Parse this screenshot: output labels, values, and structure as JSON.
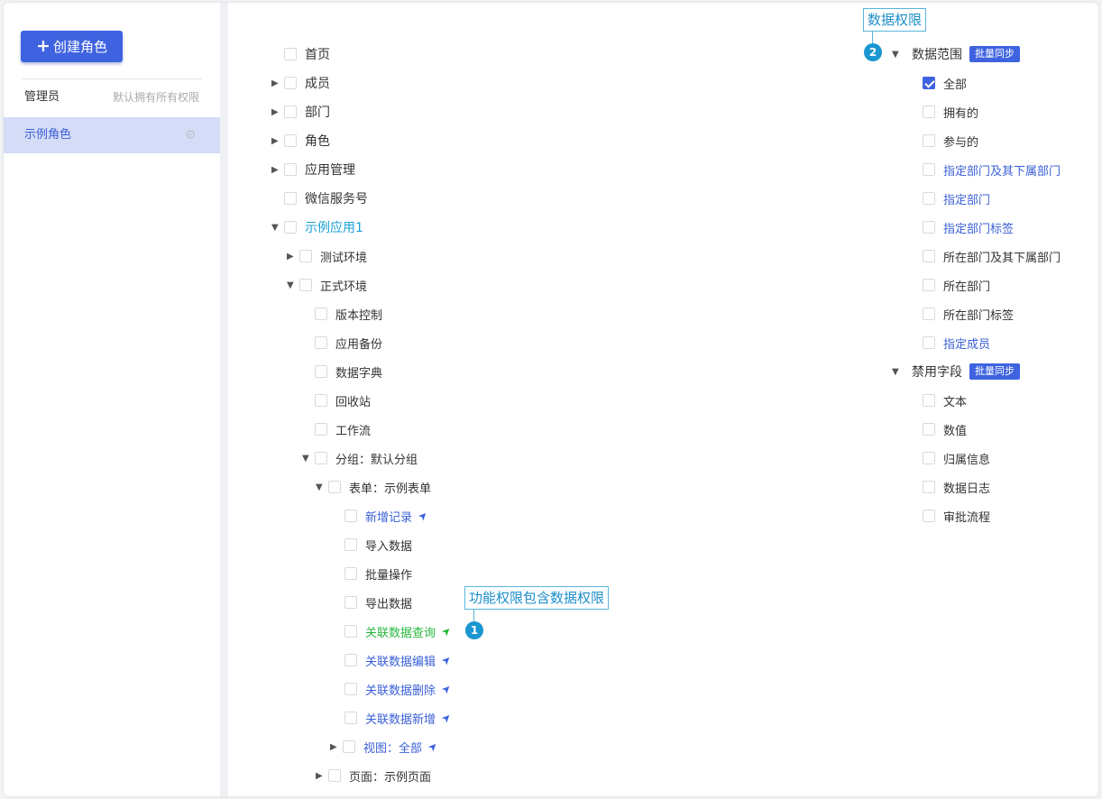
{
  "sidebar": {
    "create_button": "创建角色",
    "roles": [
      {
        "name": "管理员",
        "hint": "默认拥有所有权限"
      },
      {
        "name": "示例角色",
        "hint": ""
      }
    ]
  },
  "tree": [
    {
      "label": "首页"
    },
    {
      "label": "成员"
    },
    {
      "label": "部门"
    },
    {
      "label": "角色"
    },
    {
      "label": "应用管理"
    },
    {
      "label": "微信服务号"
    },
    {
      "label": "示例应用1"
    },
    {
      "label": "测试环境"
    },
    {
      "label": "正式环境"
    },
    {
      "label": "版本控制"
    },
    {
      "label": "应用备份"
    },
    {
      "label": "数据字典"
    },
    {
      "label": "回收站"
    },
    {
      "label": "工作流"
    },
    {
      "label": "分组：默认分组"
    },
    {
      "label": "表单：示例表单"
    },
    {
      "label": "新增记录"
    },
    {
      "label": "导入数据"
    },
    {
      "label": "批量操作"
    },
    {
      "label": "导出数据"
    },
    {
      "label": "关联数据查询"
    },
    {
      "label": "关联数据编辑"
    },
    {
      "label": "关联数据删除"
    },
    {
      "label": "关联数据新增"
    },
    {
      "label": "视图：全部"
    },
    {
      "label": "页面：示例页面"
    }
  ],
  "callouts": {
    "function_permission": {
      "text": "功能权限包含数据权限",
      "badge": "1"
    },
    "data_permission": {
      "text": "数据权限",
      "badge": "2"
    }
  },
  "right_panel": {
    "data_scope": {
      "title": "数据范围",
      "sync_label": "批量同步",
      "items": [
        {
          "label": "全部",
          "checked": true
        },
        {
          "label": "拥有的"
        },
        {
          "label": "参与的"
        },
        {
          "label": "指定部门及其下属部门"
        },
        {
          "label": "指定部门"
        },
        {
          "label": "指定部门标签"
        },
        {
          "label": "所在部门及其下属部门"
        },
        {
          "label": "所在部门"
        },
        {
          "label": "所在部门标签"
        },
        {
          "label": "指定成员"
        }
      ]
    },
    "disabled_fields": {
      "title": "禁用字段",
      "sync_label": "批量同步",
      "items": [
        {
          "label": "文本"
        },
        {
          "label": "数值"
        },
        {
          "label": "归属信息"
        },
        {
          "label": "数据日志"
        },
        {
          "label": "审批流程"
        }
      ]
    }
  }
}
